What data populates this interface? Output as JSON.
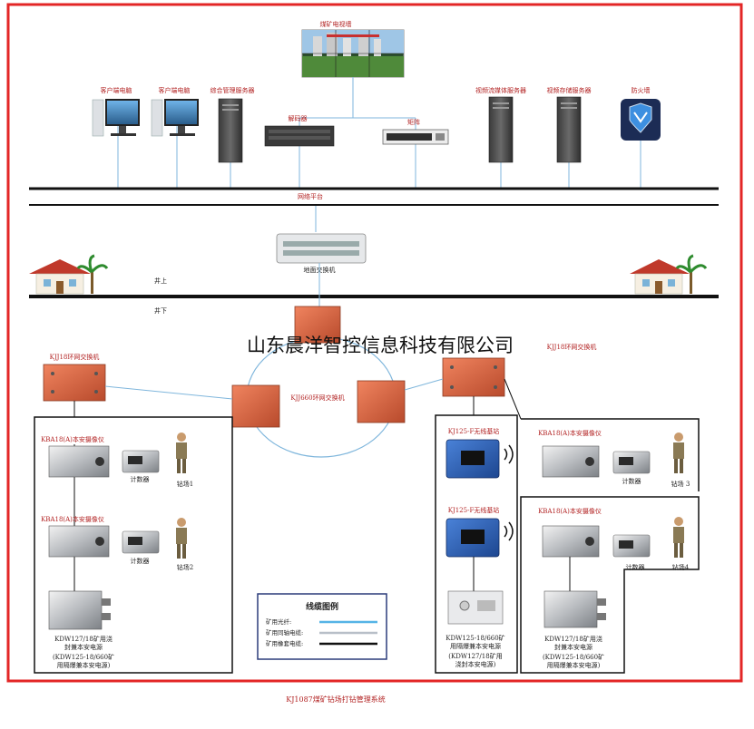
{
  "diagram": {
    "caption": "KJ1087煤矿钻场打钻管理系统",
    "company": "山东晨洋智控信息科技有限公司",
    "surface": {
      "video_wall": "煤矿电视墙",
      "client_pc_1": "客户端电脑",
      "client_pc_2": "客户端电脑",
      "mgmt_server": "综合管理服务器",
      "decoder": "解码器",
      "matrix": "矩阵",
      "stream_server": "视频流媒体服务器",
      "storage_server": "视频存储服务器",
      "firewall": "防火墙",
      "network_platform": "网络平台",
      "ground_switch": "地面交换机"
    },
    "levels": {
      "above": "井上",
      "below": "井下"
    },
    "underground": {
      "ring_switch_left": "KJJ18环网交换机",
      "ring_switch_right": "KJJ18环网交换机",
      "ring_switch_center": "KJJ660环网交换机",
      "left_column": {
        "camera_1": "KBA18(A)本安摄像仪",
        "counter_1": "计数器",
        "worker_1": "钻场1",
        "camera_2": "KBA18(A)本安摄像仪",
        "counter_2": "计数器",
        "worker_2": "钻场2",
        "power_label_1": "KDW127/18矿用浇",
        "power_label_2": "封兼本安电源",
        "power_label_3": "(KDW125-18/660矿",
        "power_label_4": "用隔爆兼本安电源)"
      },
      "right_column": {
        "base_station_1": "KJ125-F无线基站",
        "base_station_2": "KJ125-F无线基站",
        "camera_3": "KBA18(A)本安摄像仪",
        "counter_3": "计数器",
        "worker_3": "钻场 3",
        "camera_4": "KBA18(A)本安摄像仪",
        "counter_4": "计数器",
        "worker_4": "钻场4",
        "power_a_1": "KDW125-18/660矿",
        "power_a_2": "用隔爆兼本安电源",
        "power_a_3": "(KDW127/18矿用",
        "power_a_4": "浇封本安电源)",
        "power_b_1": "KDW127/18矿用浇",
        "power_b_2": "封兼本安电源",
        "power_b_3": "(KDW125-18/660矿",
        "power_b_4": "用隔爆兼本安电源)"
      }
    },
    "legend": {
      "title": "线缆图例",
      "items": [
        {
          "label": "矿用光纤:",
          "color": "#55b4e6"
        },
        {
          "label": "矿用同轴电缆:",
          "color": "#b8bfc8"
        },
        {
          "label": "矿用橡套电缆:",
          "color": "#111111"
        }
      ]
    },
    "colors": {
      "frame": "#e32626",
      "fiber": "#55b4e6",
      "switch_body": "#d9603f",
      "base_station": "#2b5fb3"
    }
  }
}
